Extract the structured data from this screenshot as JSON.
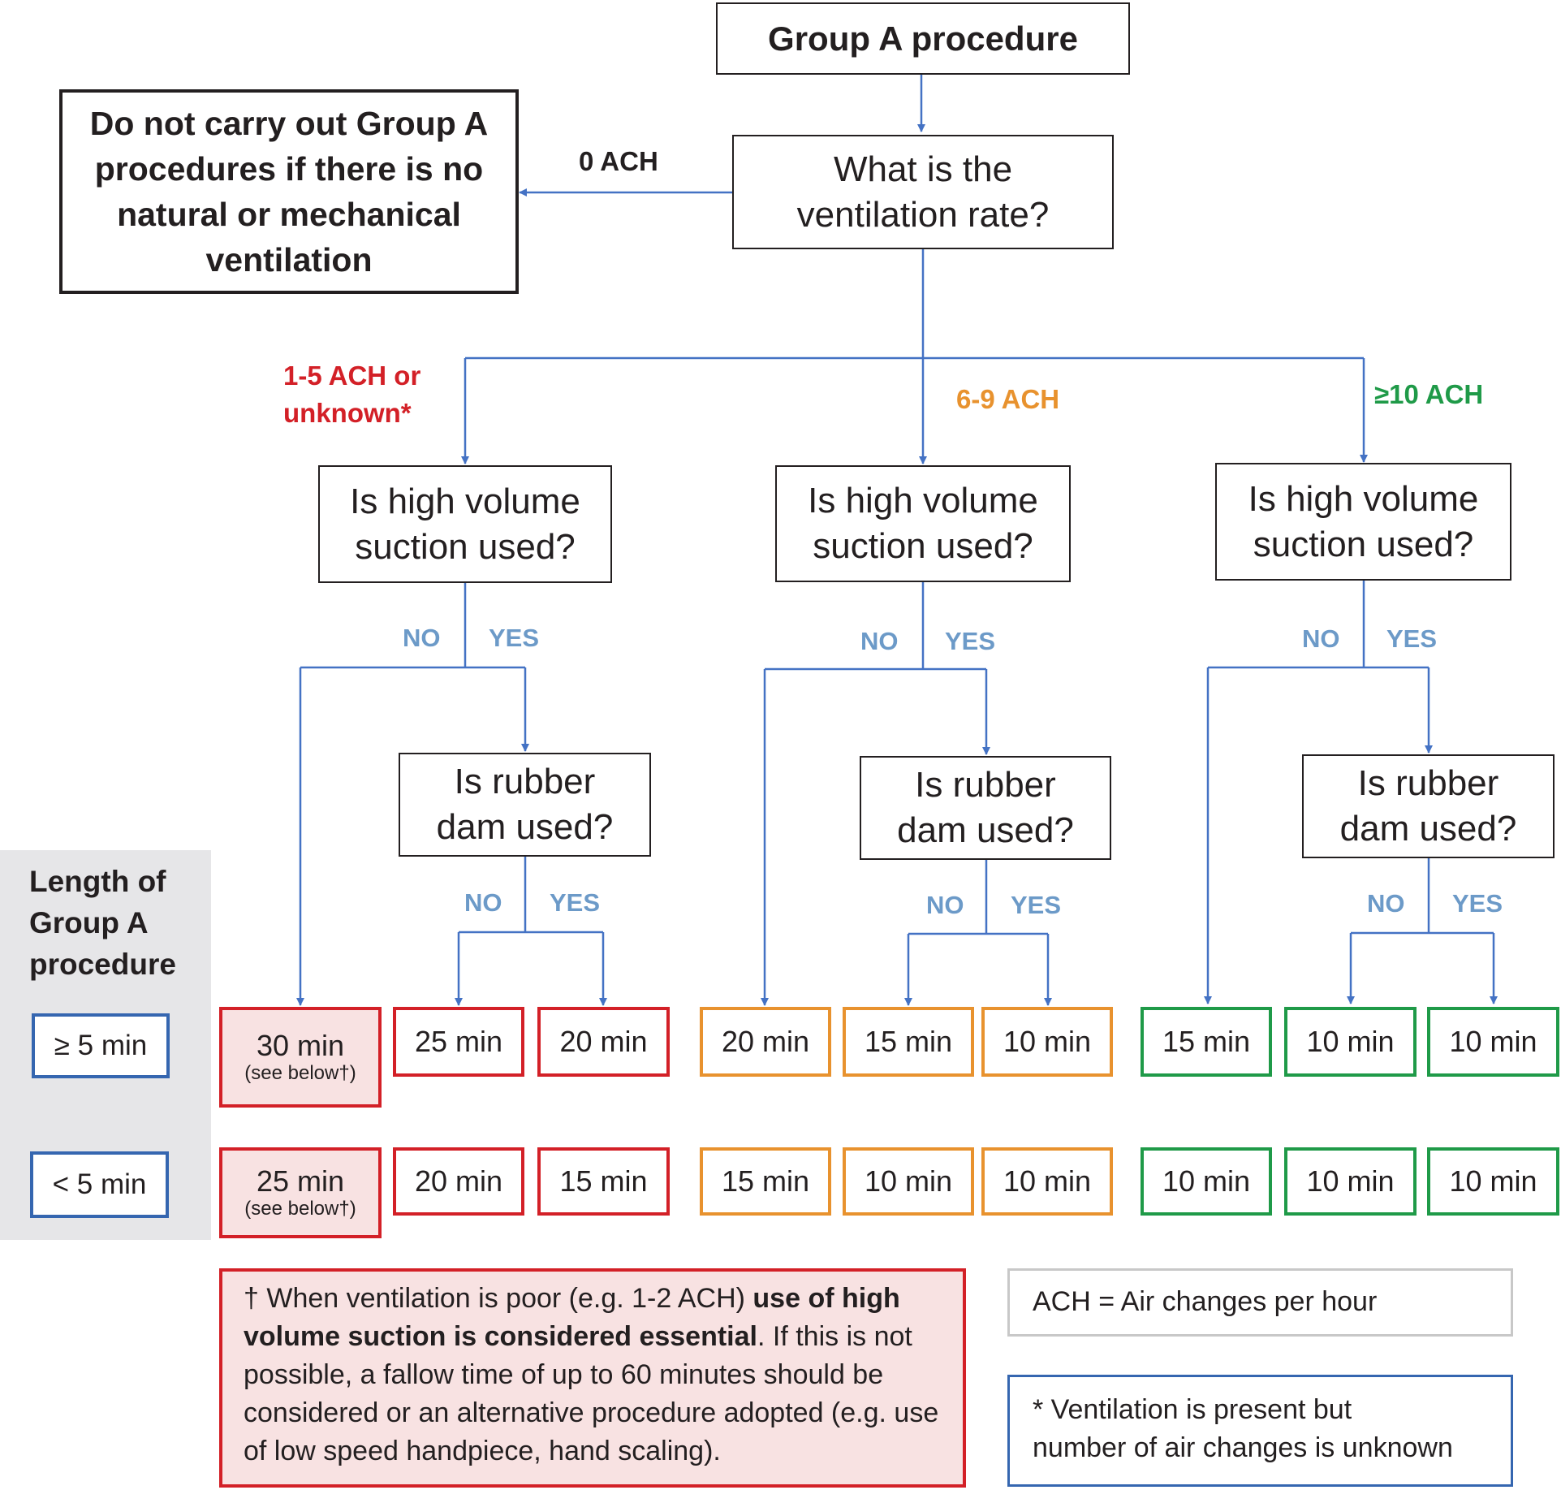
{
  "title": "Group A procedure",
  "question_ventilation": [
    "What is the",
    "ventilation rate?"
  ],
  "zero_ach_label": "0 ACH",
  "do_not_box": [
    "Do not carry out Group A",
    "procedures if there is no",
    "natural or mechanical",
    "ventilation"
  ],
  "branches": [
    {
      "label": [
        "1-5 ACH or",
        "unknown*"
      ],
      "color": "#d32027"
    },
    {
      "label": [
        "6-9 ACH"
      ],
      "color": "#e8922e"
    },
    {
      "label": [
        "≥10 ACH"
      ],
      "color": "#1f9a48"
    }
  ],
  "question_suction": [
    "Is high volume",
    "suction used?"
  ],
  "question_dam": [
    "Is rubber",
    "dam used?"
  ],
  "no_label": "NO",
  "yes_label": "YES",
  "length_panel": {
    "title": [
      "Length of",
      "Group A",
      "procedure"
    ],
    "row1": "≥ 5 min",
    "row2": "< 5 min"
  },
  "results": {
    "row1": [
      "30 min",
      "25 min",
      "20 min",
      "20 min",
      "15 min",
      "10 min",
      "15 min",
      "10 min",
      "10 min"
    ],
    "row2": [
      "25 min",
      "20 min",
      "15 min",
      "15 min",
      "10 min",
      "10 min",
      "10 min",
      "10 min",
      "10 min"
    ],
    "see_below": "(see below†)"
  },
  "footnote_dagger": {
    "pre": "† When ventilation is poor (e.g. 1-2 ACH) ",
    "bold": "use of high volume suction is considered essential",
    "post": ". If this is not possible, a fallow time of up to 60 minutes should be considered or an alternative procedure adopted (e.g. use of low speed handpiece, hand scaling)."
  },
  "ach_definition": "ACH = Air changes per hour",
  "asterisk_note": [
    "* Ventilation is present but",
    "number of air changes is unknown"
  ],
  "colors": {
    "connector": "#4472c4",
    "yes_no": "#6c9ac8",
    "red": "#d32027",
    "orange": "#e8922e",
    "green": "#1f9a48",
    "blue": "#3566b0",
    "panel": "#e6e6e8"
  }
}
